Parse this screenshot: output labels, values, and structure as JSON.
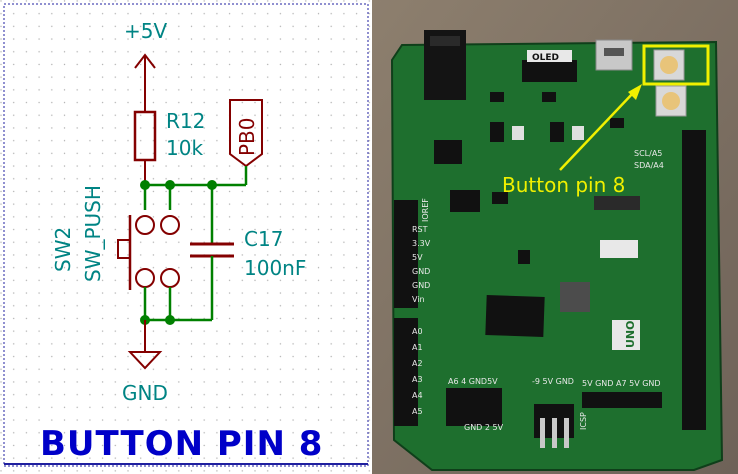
{
  "schematic": {
    "power_label": "+5V",
    "resistor_ref": "R12",
    "resistor_value": "10k",
    "net_label": "PB0",
    "switch_ref": "SW2",
    "switch_type": "SW_PUSH",
    "cap_ref": "C17",
    "cap_value": "100nF",
    "ground_label": "GND",
    "title": "BUTTON PIN 8",
    "colors": {
      "wire": "#008000",
      "symbol": "#840000",
      "label": "#008484",
      "title": "#0000c8",
      "frame": "#2020a0"
    }
  },
  "photo": {
    "annotation": "Button pin 8",
    "silk": {
      "oled": "OLED",
      "scl": "SCL/A5",
      "sda": "SDA/A4",
      "uno": "UNO",
      "ioref": "IOREF",
      "rst": "RST",
      "v33": "3.3V",
      "v5": "5V",
      "gnd": "GND",
      "vin": "Vin",
      "a0": "A0",
      "a1": "A1",
      "a2": "A2",
      "a3": "A3",
      "a4": "A4",
      "a5": "A5",
      "bottom1": "A6  4  GND5V",
      "bottom2": "-9 5V GND",
      "bottom3": "5V GND A7 5V GND",
      "icsp": "ICSP",
      "gnd2": "GND 2  5V"
    },
    "colors": {
      "highlight": "#f0f000",
      "board": "#1e6f2e"
    }
  }
}
